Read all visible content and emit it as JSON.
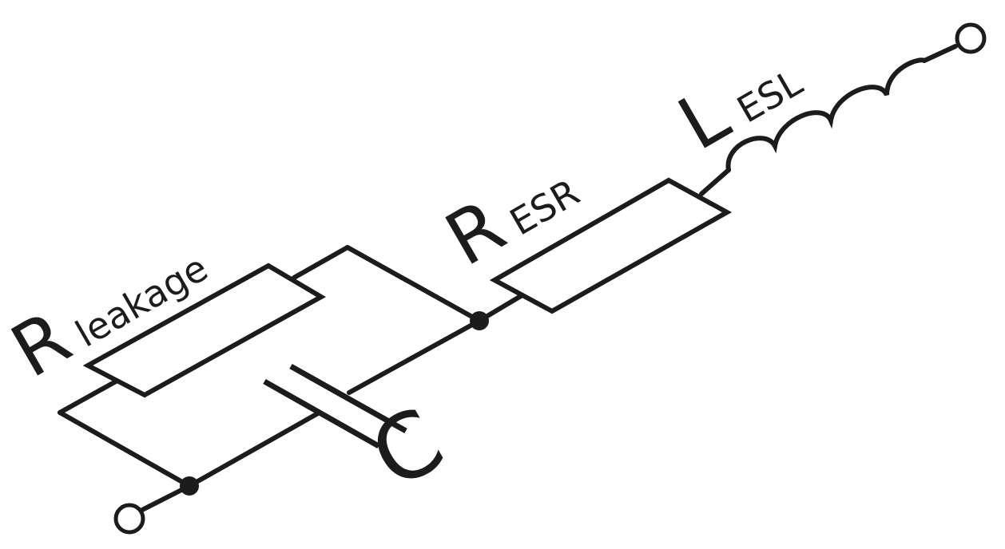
{
  "diagram": {
    "components": {
      "leakage_resistor": {
        "symbol": "R",
        "subscript": "leakage"
      },
      "capacitor": {
        "symbol": "C"
      },
      "series_resistor": {
        "symbol": "R",
        "subscript": "ESR"
      },
      "inductor": {
        "symbol": "L",
        "subscript": "ESL"
      }
    },
    "colors": {
      "stroke": "#1c1c1c",
      "background": "#ffffff"
    }
  }
}
